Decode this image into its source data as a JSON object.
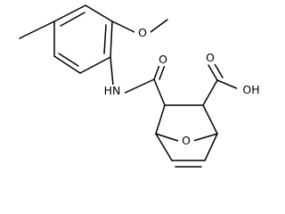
{
  "molecule": {
    "atoms": [
      {
        "id": "ome_o",
        "text": "O"
      },
      {
        "id": "amide_o",
        "text": "O"
      },
      {
        "id": "acid_o",
        "text": "O"
      },
      {
        "id": "acid_oh",
        "text": "OH"
      },
      {
        "id": "amide_n",
        "text": "HN"
      },
      {
        "id": "bridge_o",
        "text": "O"
      }
    ]
  }
}
